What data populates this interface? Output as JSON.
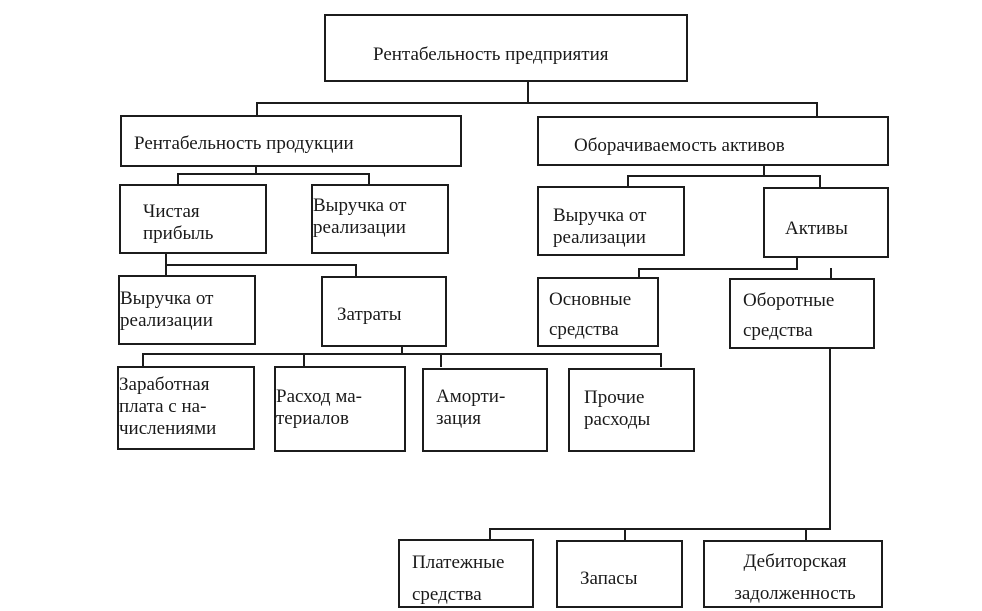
{
  "diagram": {
    "root": {
      "label": "Рентабельность предприятия"
    },
    "level1": {
      "left": {
        "label": "Рентабельность продукции"
      },
      "right": {
        "label": "Оборачиваемость активов"
      }
    },
    "left_branch": {
      "net_profit": {
        "label": "Чистая\nприбыль"
      },
      "sales_revenue": {
        "label": "Выручка от\nреализации"
      },
      "revenue_sub": {
        "label": "Выручка от\nреализации"
      },
      "costs": {
        "label": "Затраты"
      },
      "cost_items": [
        {
          "label": "Заработная\nплата с на-\nчислениями"
        },
        {
          "label": "Расход ма-\nтериалов"
        },
        {
          "label": "Аморти-\nзация"
        },
        {
          "label": "Прочие\nрасходы"
        }
      ]
    },
    "right_branch": {
      "sales_revenue": {
        "label": "Выручка от\nреализации"
      },
      "assets": {
        "label": "Активы"
      },
      "fixed_assets": {
        "label": "Основные\nсредства"
      },
      "current_assets": {
        "label": "Оборотные\nсредства"
      },
      "current_items": [
        {
          "label": "Платежные\nсредства"
        },
        {
          "label": "Запасы"
        },
        {
          "label": "Дебиторская\nзадолженность"
        }
      ]
    }
  }
}
